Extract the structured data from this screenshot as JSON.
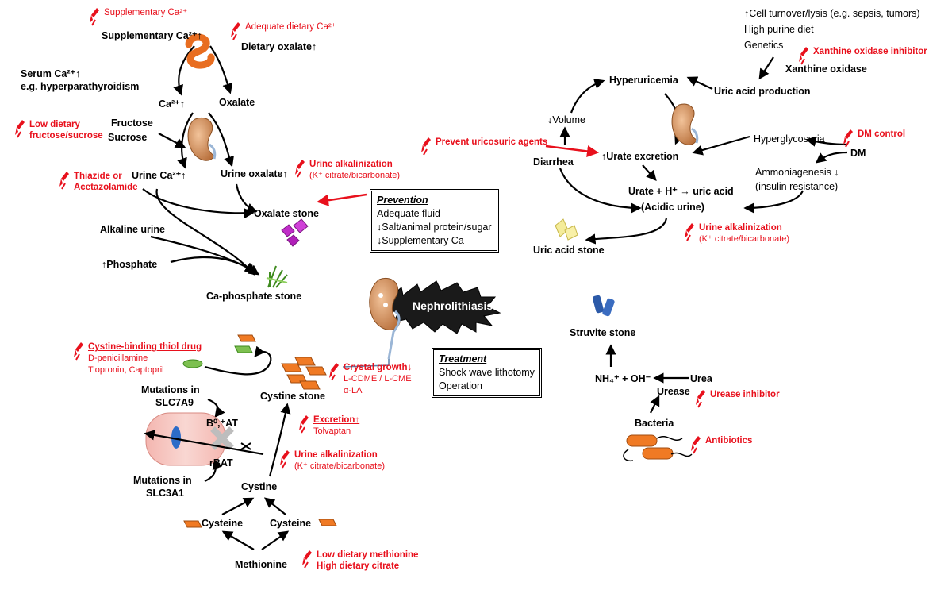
{
  "colors": {
    "drug": "#e8101c",
    "arrow": "#000000",
    "drug_arrow": "#e8101c",
    "stone_orange": "#f07a24",
    "stone_purple": "#c02cc8",
    "stone_green": "#6cb83a",
    "struvite_blue": "#2c5aa8"
  },
  "calcium": {
    "supp_ca_drug": "Supplementary Ca²⁺",
    "adequate_ca_drug": "Adequate dietary Ca²⁺",
    "supp_ca": "Supplementary Ca²⁺↑",
    "dietary_oxalate": "Dietary oxalate↑",
    "serum_ca": "Serum Ca²⁺↑",
    "hyperpara": "e.g. hyperparathyroidism",
    "ca": "Ca²⁺↑",
    "oxalate": "Oxalate",
    "low_fructose_drug_1": "Low dietary",
    "low_fructose_drug_2": "fructose/sucrose",
    "fructose": "Fructose",
    "sucrose": "Sucrose",
    "thiazide_drug_1": "Thiazide or",
    "thiazide_drug_2": "Acetazolamide",
    "urine_ca": "Urine Ca²⁺↑",
    "urine_oxalate": "Urine oxalate↑",
    "urine_alk_drug": "Urine alkalinization",
    "urine_alk_sub": "(K⁺ citrate/bicarbonate)",
    "oxalate_stone": "Oxalate stone",
    "alkaline_urine": "Alkaline urine",
    "phosphate": "↑Phosphate",
    "ca_phosphate_stone": "Ca-phosphate stone"
  },
  "prevention": {
    "title": "Prevention",
    "lines": [
      "Adequate fluid",
      "↓Salt/animal protein/sugar",
      "↓Supplementary Ca"
    ]
  },
  "uric": {
    "cell_turnover": "↑Cell turnover/lysis (e.g. sepsis, tumors)",
    "purine": "High purine diet",
    "genetics": "Genetics",
    "xo_drug": "Xanthine oxidase inhibitor",
    "xanthine_oxidase": "Xanthine oxidase",
    "hyperuricemia": "Hyperuricemia",
    "uric_production": "Uric acid production",
    "volume": "↓Volume",
    "prevent_drug": "Prevent uricosuric agents",
    "diarrhea": "Diarrhea",
    "urate_excretion": "↑Urate excretion",
    "hyperglycosuria": "Hyperglycosuria",
    "dm_drug": "DM control",
    "dm": "DM",
    "ammoniagenesis": "Ammoniagenesis ↓",
    "insulin": "(insulin resistance)",
    "urate_eq": "Urate + H⁺ → uric acid",
    "acidic": "(Acidic urine)",
    "urine_alk_drug": "Urine alkalinization",
    "urine_alk_sub": "(K⁺ citrate/bicarbonate)",
    "uric_stone": "Uric acid stone"
  },
  "center": {
    "nephrolithiasis": "Nephrolithiasis"
  },
  "treatment": {
    "title": "Treatment",
    "lines": [
      "Shock wave lithotomy",
      "Operation"
    ]
  },
  "struvite": {
    "stone": "Struvite stone",
    "nh4": "NH₄⁺ + OH⁻",
    "urea": "Urea",
    "urease": "Urease",
    "urease_drug": "Urease inhibitor",
    "bacteria": "Bacteria",
    "antibiotics_drug": "Antibiotics"
  },
  "cystine": {
    "thiol_drug": "Cystine-binding thiol drug",
    "thiol_sub_1": "D-penicillamine",
    "thiol_sub_2": "Tiopronin, Captopril",
    "crystal_drug": "Crystal growth↓",
    "crystal_sub_1": "L-CDME / L-CME",
    "crystal_sub_2": "α-LA",
    "mut_slc7a9_1": "Mutations in",
    "mut_slc7a9_2": "SLC7A9",
    "cystine_stone": "Cystine stone",
    "b0at": "B⁰,⁺AT",
    "excretion_drug": "Excretion↑",
    "excretion_sub": "Tolvaptan",
    "rbat": "rBAT",
    "urine_alk_drug": "Urine alkalinization",
    "urine_alk_sub": "(K⁺ citrate/bicarbonate)",
    "mut_slc3a1_1": "Mutations in",
    "mut_slc3a1_2": "SLC3A1",
    "cystine": "Cystine",
    "cysteine_left": "Cysteine",
    "cysteine_right": "Cysteine",
    "methionine": "Methionine",
    "low_met_drug": "Low dietary methionine",
    "high_citrate_drug": "High dietary citrate"
  }
}
